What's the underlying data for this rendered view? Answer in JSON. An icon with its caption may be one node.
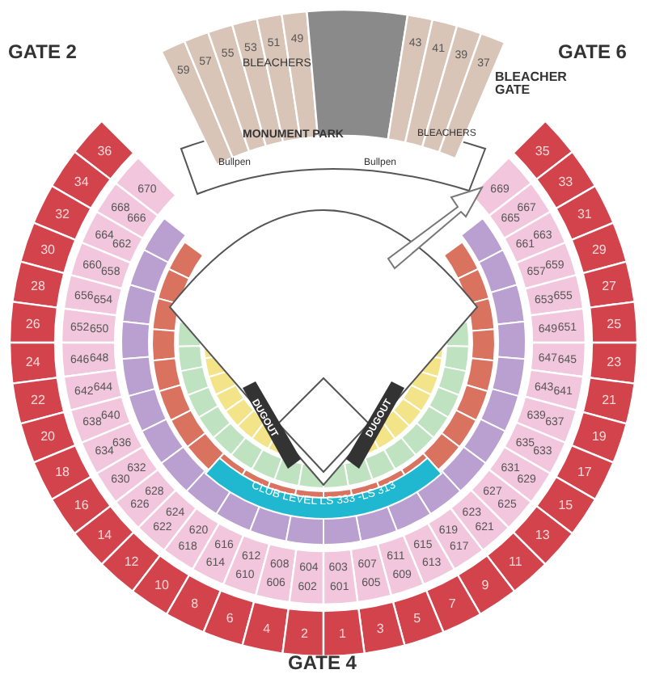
{
  "diagram": {
    "nodes": [
      {
        "text": [
          "36"
        ]
      },
      {
        "text": [
          "34"
        ]
      },
      {
        "text": [
          "32"
        ]
      },
      {
        "text": [
          "30"
        ]
      },
      {
        "text": [
          "28"
        ]
      },
      {
        "text": [
          "26"
        ]
      },
      {
        "text": [
          "24"
        ]
      },
      {
        "text": [
          "22"
        ]
      },
      {
        "text": [
          "20"
        ]
      },
      {
        "text": [
          "18"
        ]
      },
      {
        "text": [
          "16"
        ]
      },
      {
        "text": [
          "14"
        ]
      },
      {
        "text": [
          "12"
        ]
      },
      {
        "text": [
          "10"
        ]
      },
      {
        "text": [
          "8"
        ]
      },
      {
        "text": [
          "6"
        ]
      },
      {
        "text": [
          "4"
        ]
      },
      {
        "text": [
          "2"
        ]
      },
      {
        "text": [
          "35"
        ]
      },
      {
        "text": [
          "33"
        ]
      },
      {
        "text": [
          "31"
        ]
      },
      {
        "text": [
          "29"
        ]
      },
      {
        "text": [
          "27"
        ]
      },
      {
        "text": [
          "25"
        ]
      },
      {
        "text": [
          "23"
        ]
      },
      {
        "text": [
          "21"
        ]
      },
      {
        "text": [
          "19"
        ]
      },
      {
        "text": [
          "17"
        ]
      },
      {
        "text": [
          "15"
        ]
      },
      {
        "text": [
          "13"
        ]
      },
      {
        "text": [
          "11"
        ]
      },
      {
        "text": [
          "9"
        ]
      },
      {
        "text": [
          "7"
        ]
      },
      {
        "text": [
          "5"
        ]
      },
      {
        "text": [
          "3"
        ]
      },
      {
        "text": [
          "1"
        ]
      },
      {
        "text": [
          "670"
        ]
      },
      {
        "text": [
          "668",
          "666"
        ]
      },
      {
        "text": [
          "664",
          "662"
        ]
      },
      {
        "text": [
          "660",
          "658"
        ]
      },
      {
        "text": [
          "656",
          "654"
        ]
      },
      {
        "text": [
          "652",
          "650"
        ]
      },
      {
        "text": [
          "648",
          "646"
        ]
      },
      {
        "text": [
          "644",
          "642"
        ]
      },
      {
        "text": [
          "640",
          "638"
        ]
      },
      {
        "text": [
          "636",
          "634"
        ]
      },
      {
        "text": [
          "632",
          "630"
        ]
      },
      {
        "text": [
          "628",
          "626"
        ]
      },
      {
        "text": [
          "624",
          "622"
        ]
      },
      {
        "text": [
          "620",
          "618"
        ]
      },
      {
        "text": [
          "616",
          "614"
        ]
      },
      {
        "text": [
          "612",
          "610"
        ]
      },
      {
        "text": [
          "608",
          "606"
        ]
      },
      {
        "text": [
          "604",
          "602"
        ]
      },
      {
        "text": [
          "669"
        ]
      },
      {
        "text": [
          "667",
          "665"
        ]
      },
      {
        "text": [
          "663",
          "661"
        ]
      },
      {
        "text": [
          "659",
          "657"
        ]
      },
      {
        "text": [
          "655",
          "653"
        ]
      },
      {
        "text": [
          "651",
          "649"
        ]
      },
      {
        "text": [
          "647",
          "645"
        ]
      },
      {
        "text": [
          "643",
          "641"
        ]
      },
      {
        "text": [
          "639",
          "637"
        ]
      },
      {
        "text": [
          "635",
          "633"
        ]
      },
      {
        "text": [
          "631",
          "629"
        ]
      },
      {
        "text": [
          "627",
          "625"
        ]
      },
      {
        "text": [
          "623",
          "621"
        ]
      },
      {
        "text": [
          "619",
          "617"
        ]
      },
      {
        "text": [
          "615",
          "613"
        ]
      },
      {
        "text": [
          "611",
          "609"
        ]
      },
      {
        "text": [
          "607",
          "605"
        ]
      },
      {
        "text": [
          "603",
          "601"
        ]
      },
      {
        "text": [
          "59"
        ]
      },
      {
        "text": [
          "57"
        ]
      },
      {
        "text": [
          "55"
        ]
      },
      {
        "text": [
          "53"
        ]
      },
      {
        "text": [
          "51"
        ]
      },
      {
        "text": [
          "49"
        ]
      },
      {
        "text": [],
        "shape": "box"
      },
      {
        "text": [
          "43"
        ]
      },
      {
        "text": [
          "41"
        ]
      },
      {
        "text": [
          "39"
        ]
      },
      {
        "text": [
          "37"
        ]
      },
      {
        "text": [
          "CLUB LEVEL LS 333 -LS 313"
        ]
      }
    ],
    "labels": [
      "GATE 2",
      "BLEACHERS",
      "BLEACHER GATE",
      "GATE 6",
      "MONUMENT PARK",
      "Bullpen",
      "Bullpen",
      "BLEACHERS",
      "DUGOUT",
      "DUGOUT",
      "GATE 4"
    ]
  }
}
